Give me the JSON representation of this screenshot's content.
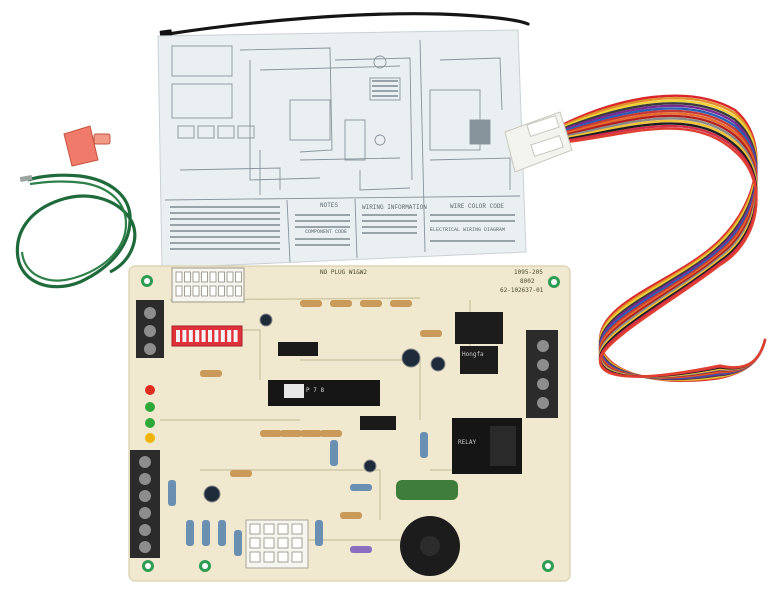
{
  "scene": {
    "description_items": [
      "cable-tie",
      "wiring-diagram-sheet",
      "wire-connector",
      "ground-wire",
      "wire-harness",
      "control-board"
    ],
    "colors": {
      "board": "#f1e9cf",
      "board_trace": "#c9bf9a",
      "diagram_paper": "#e9eef0",
      "diagram_ink": "#7c8b92",
      "ground_wire": "#1f6a3a",
      "harness_plug": "#f3f3ee",
      "terminal_block": "#2b2b2b",
      "relay": "#1a1a1a",
      "dip_switch": "#e0303a",
      "led_red": "#e02b1f",
      "led_green": "#2fa83a",
      "led_yellow": "#f0b400",
      "connector_pink": "#f07b6a",
      "capacitor_green": "#3f7d3a",
      "buzzer": "#1c1c1c"
    },
    "harness_wire_colors": [
      "#d8262b",
      "#e0902a",
      "#f0d23a",
      "#3b3b3b",
      "#7a2b93",
      "#2a5fb3",
      "#c23a3a",
      "#e86a2a",
      "#b02020",
      "#8a8a8a",
      "#f0c23a",
      "#1f1f1f",
      "#cf2f4a",
      "#e04030"
    ]
  },
  "board": {
    "part_number": "1095-205",
    "code": "8002",
    "model": "62-102637-01",
    "silk_top": "NO PLUG W1&W2",
    "relay_small_label": "Hongfa",
    "relay_big_label": "RELAY",
    "chip_label": "P 7 8"
  },
  "diagram": {
    "notes_title": "NOTES",
    "wiring_info_title": "WIRING INFORMATION",
    "wire_color_title": "WIRE COLOR CODE",
    "component_title": "COMPONENT CODE",
    "electrical_title": "ELECTRICAL WIRING DIAGRAM"
  }
}
